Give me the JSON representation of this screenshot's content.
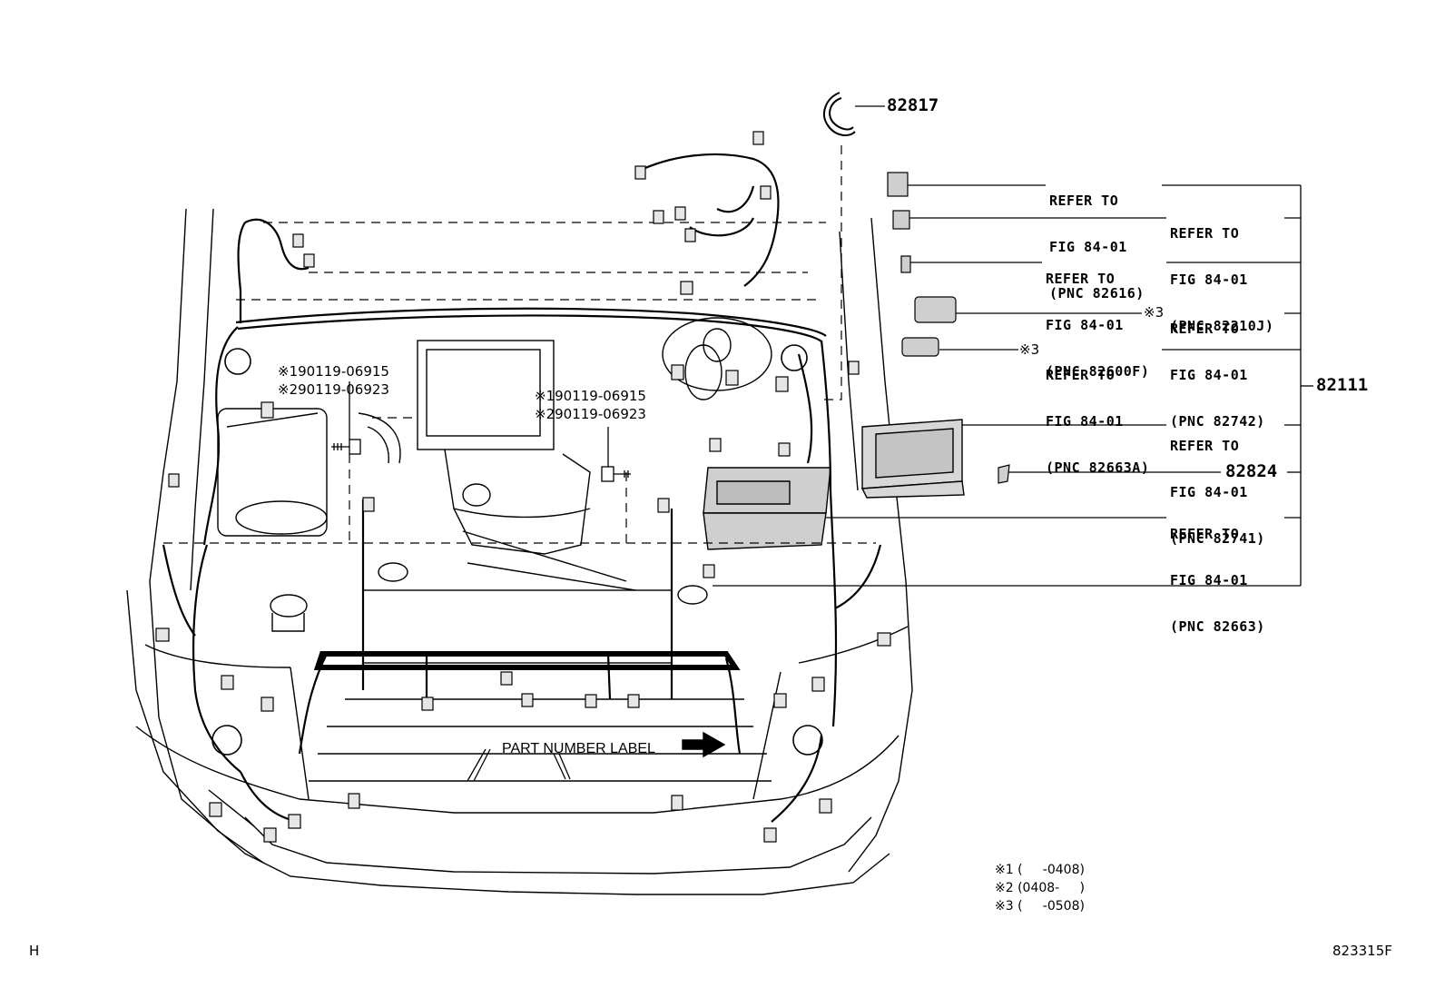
{
  "callouts": {
    "clip_82817": "82817",
    "harness_82111": "82111",
    "clamp_82824": "82824"
  },
  "refs": [
    {
      "l1": "REFER TO",
      "l2": "FIG 84-01",
      "l3": "(PNC 82616)",
      "mark": ""
    },
    {
      "l1": "REFER TO",
      "l2": "FIG 84-01",
      "l3": "(PNC 82210J)",
      "mark": ""
    },
    {
      "l1": "REFER TO",
      "l2": "FIG 84-01",
      "l3": "(PNC 82600F)",
      "mark": ""
    },
    {
      "l1": "REFER TO",
      "l2": "FIG 84-01",
      "l3": "(PNC 82742)",
      "mark": "※3"
    },
    {
      "l1": "REFER TO",
      "l2": "FIG 84-01",
      "l3": "(PNC 82663A)",
      "mark": "※3"
    },
    {
      "l1": "REFER TO",
      "l2": "FIG 84-01",
      "l3": "(PNC 82741)",
      "mark": ""
    },
    {
      "l1": "REFER TO",
      "l2": "FIG 84-01",
      "l3": "(PNC 82663)",
      "mark": ""
    }
  ],
  "bolts": {
    "left": {
      "a": "※190119-06915",
      "b": "※290119-06923"
    },
    "right": {
      "a": "※190119-06915",
      "b": "※290119-06923"
    }
  },
  "part_label": "PART NUMBER LABEL",
  "notes": {
    "n1": "※1 (     -0408)",
    "n2": "※2 (0408-     )",
    "n3": "※3 (     -0508)"
  },
  "corner_left": "H",
  "corner_right": "823315F"
}
